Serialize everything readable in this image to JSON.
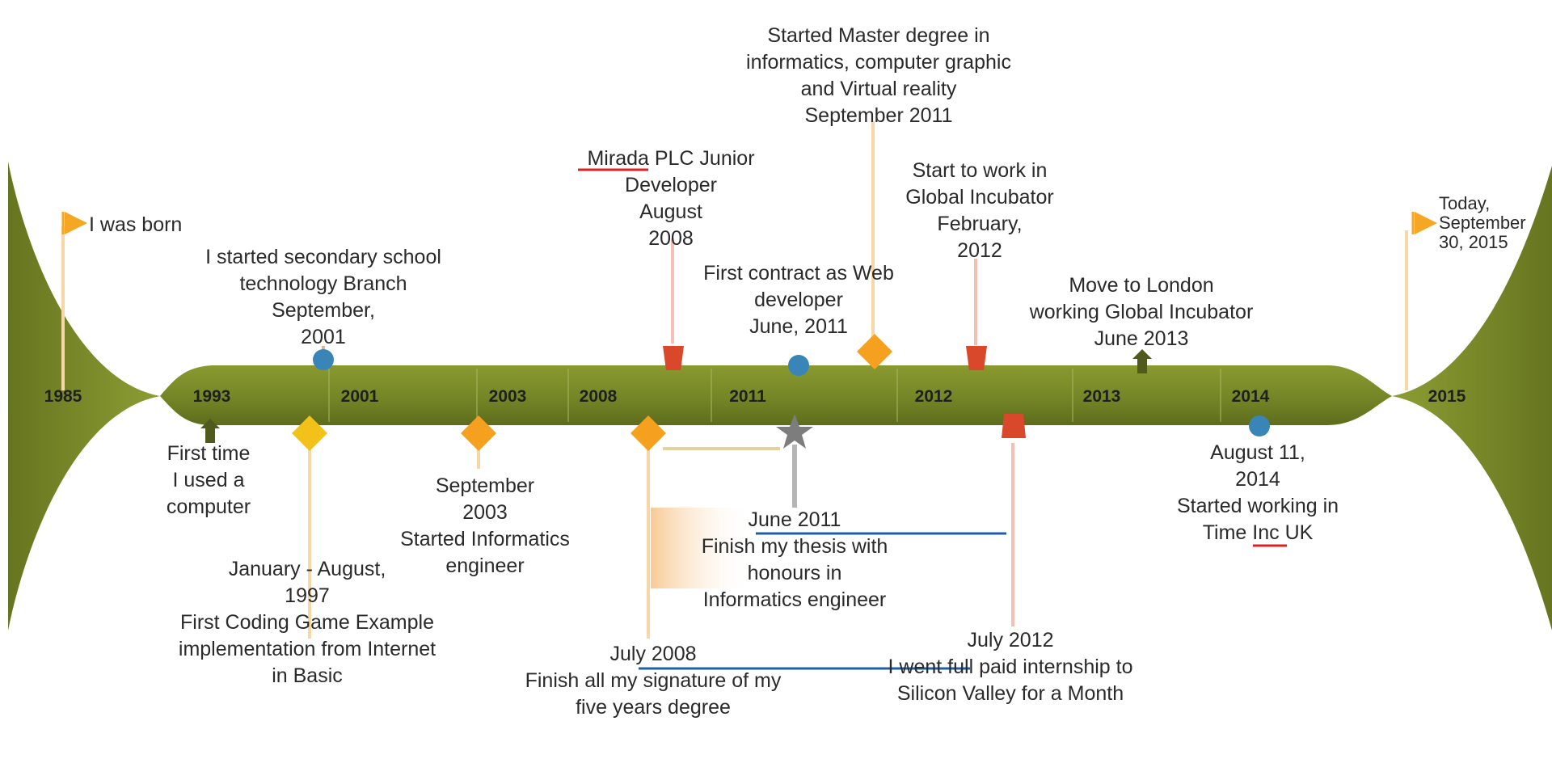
{
  "colors": {
    "ribbon": "#7a8a28",
    "ribbon_dark": "#5c6a1a",
    "gold": "#f5a623",
    "yellow": "#f2c21b",
    "blue": "#3a85b8",
    "red": "#d9482b",
    "olive": "#4f5a1c",
    "gray": "#7d7d7d",
    "text": "#2a2a2a"
  },
  "years": [
    "1985",
    "1993",
    "2001",
    "2003",
    "2008",
    "2011",
    "2012",
    "2013",
    "2014",
    "2015"
  ],
  "events": {
    "born": {
      "text": "I was born",
      "icon": "flag-icon"
    },
    "secondary": {
      "text": "I started secondary school\ntechnology Branch\nSeptember,\n2001",
      "icon": "circle-icon"
    },
    "first_computer": {
      "text": "First time\nI used a\ncomputer",
      "icon": "arrow-icon"
    },
    "coding_game": {
      "text": "January - August,\n1997\nFirst Coding Game Example\nimplementation from Internet\nin Basic",
      "icon": "diamond-icon"
    },
    "informatics": {
      "text": "September\n2003\nStarted Informatics\nengineer",
      "icon": "diamond-icon"
    },
    "mirada": {
      "text": "Mirada PLC Junior\nDeveloper\nAugust\n2008",
      "icon": "marker-icon"
    },
    "signatures": {
      "text": "July 2008\nFinish all my signature of my\nfive years degree",
      "icon": "diamond-icon"
    },
    "thesis": {
      "text": "June 2011\nFinish my thesis with\nhonours in\nInformatics engineer",
      "icon": "star-icon"
    },
    "web_dev": {
      "text": "First contract as Web\ndeveloper\nJune, 2011",
      "icon": "circle-icon"
    },
    "master": {
      "text": "Started Master degree in\ninformatics, computer graphic\nand Virtual reality\nSeptember 2011",
      "icon": "diamond-icon"
    },
    "global_incubator": {
      "text": "Start to work in\nGlobal Incubator\nFebruary,\n2012",
      "icon": "marker-icon"
    },
    "silicon_valley": {
      "text": "July 2012\nI went full paid internship to\nSilicon Valley for a Month",
      "icon": "marker-icon"
    },
    "london": {
      "text": "Move to London\nworking Global Incubator\nJune 2013",
      "icon": "arrow-icon"
    },
    "time_inc": {
      "text": "August 11,\n2014\nStarted working in\nTime Inc UK",
      "icon": "circle-icon"
    },
    "today": {
      "text": "Today,\nSeptember\n30, 2015",
      "icon": "flag-icon"
    }
  }
}
